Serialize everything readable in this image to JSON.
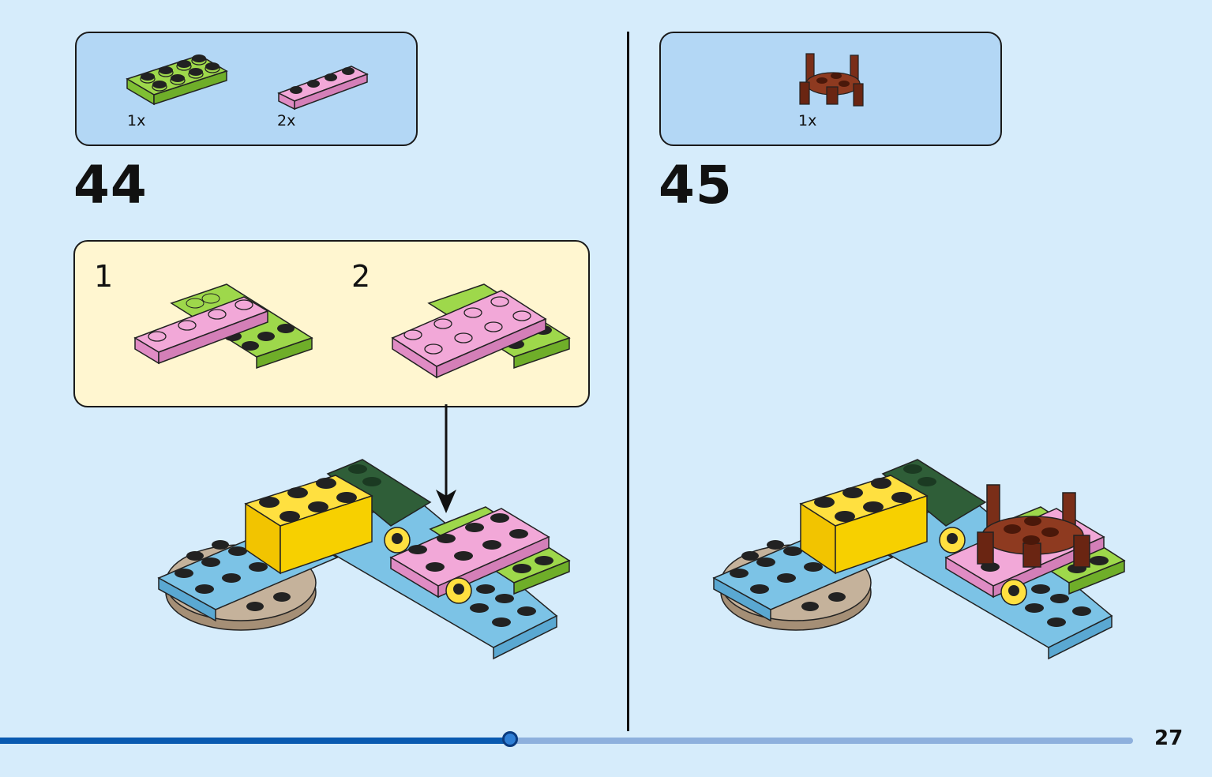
{
  "steps": [
    {
      "number": "44",
      "parts": [
        {
          "qty": "1x",
          "color": "#9ed84b",
          "icon": "green-plate-2x4-icon"
        },
        {
          "qty": "2x",
          "color": "#f2a8d8",
          "icon": "pink-plate-1x4-icon"
        }
      ],
      "substeps": [
        {
          "number": "1"
        },
        {
          "number": "2"
        }
      ]
    },
    {
      "number": "45",
      "parts": [
        {
          "qty": "1x",
          "color": "#7a2e18",
          "icon": "brown-chair-icon"
        }
      ]
    }
  ],
  "footer": {
    "page_number": "27",
    "progress": 0.45
  },
  "colors": {
    "background": "#d6ecfb",
    "parts_box": "#b3d7f5",
    "substep_box": "#fff6d0",
    "progress_fill": "#0a5ab0",
    "progress_track": "#8eb0dd"
  }
}
